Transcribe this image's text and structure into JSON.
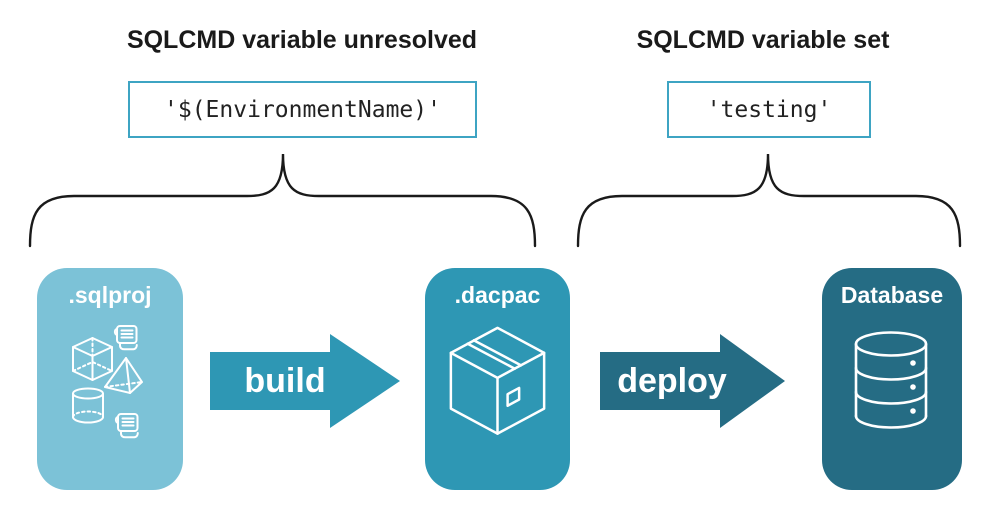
{
  "sections": [
    {
      "heading": "SQLCMD variable unresolved",
      "code": "'$(EnvironmentName)'"
    },
    {
      "heading": "SQLCMD variable set",
      "code": "'testing'"
    }
  ],
  "pipeline": {
    "nodes": [
      {
        "label": ".sqlproj",
        "color": "#7cc2d7",
        "icon": "sql-objects-icon"
      },
      {
        "label": ".dacpac",
        "color": "#2e97b4",
        "icon": "package-box-icon"
      },
      {
        "label": "Database",
        "color": "#256c84",
        "icon": "database-cylinder-icon"
      }
    ],
    "arrows": [
      {
        "label": "build",
        "color": "#2e97b4"
      },
      {
        "label": "deploy",
        "color": "#256c84"
      }
    ]
  },
  "colors": {
    "background": "#ffffff",
    "heading_text": "#1a1a1a",
    "code_text": "#222222",
    "code_box_border": "#3ea4c3",
    "code_box_background": "#ffffff",
    "brace_stroke": "#1a1a1a",
    "icon_stroke": "#ffffff"
  }
}
